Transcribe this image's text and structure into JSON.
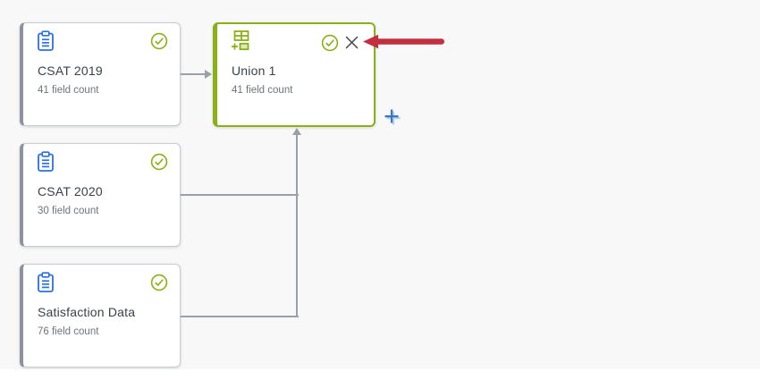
{
  "canvas": {
    "background": "#f8f8f8",
    "footer_background": "#ffffff"
  },
  "colors": {
    "accent_green": "#8ab017",
    "accent_blue": "#2b6fe4",
    "plus_blue": "#3876c2",
    "connector_gray": "#9aa0a8",
    "annotation_red": "#c22f3e",
    "title_text": "#3b4147",
    "subtitle_text": "#6e747c"
  },
  "nodes": {
    "sources": [
      {
        "title": "CSAT 2019",
        "subtitle": "41 field count",
        "icon": "clipboard-icon",
        "status_icon": "check-circle-icon"
      },
      {
        "title": "CSAT 2020",
        "subtitle": "30 field count",
        "icon": "clipboard-icon",
        "status_icon": "check-circle-icon"
      },
      {
        "title": "Satisfaction Data",
        "subtitle": "76 field count",
        "icon": "clipboard-icon",
        "status_icon": "check-circle-icon"
      }
    ],
    "union": {
      "title": "Union 1",
      "subtitle": "41 field count",
      "icon": "union-table-icon",
      "status_icon": "check-circle-icon",
      "close_icon": "x-icon",
      "selected": true
    }
  },
  "controls": {
    "add_node_label": "+"
  },
  "annotation": {
    "shape": "arrow",
    "direction": "pointing-left",
    "points_at": "union-close-button",
    "color": "#c22f3e"
  }
}
